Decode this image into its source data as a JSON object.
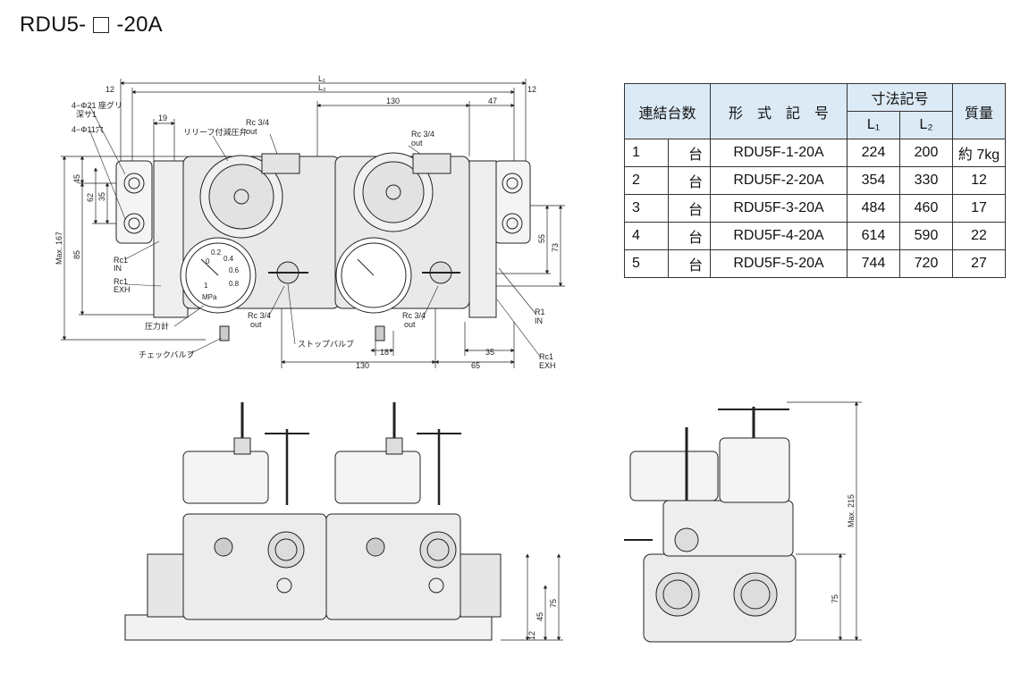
{
  "title": {
    "prefix": "RDU5-",
    "suffix": "-20A"
  },
  "table": {
    "headers": {
      "units": "連結台数",
      "model": "形　式　記　号",
      "dims": "寸法記号",
      "mass": "質量",
      "l1": "L₁",
      "l2": "L₂"
    },
    "unit_suffix": "台",
    "rows": [
      {
        "n": "1",
        "model": "RDU5F-1-20A",
        "l1": "224",
        "l2": "200",
        "mass": "約 7kg"
      },
      {
        "n": "2",
        "model": "RDU5F-2-20A",
        "l1": "354",
        "l2": "330",
        "mass": "12"
      },
      {
        "n": "3",
        "model": "RDU5F-3-20A",
        "l1": "484",
        "l2": "460",
        "mass": "17"
      },
      {
        "n": "4",
        "model": "RDU5F-4-20A",
        "l1": "614",
        "l2": "590",
        "mass": "22"
      },
      {
        "n": "5",
        "model": "RDU5F-5-20A",
        "l1": "744",
        "l2": "720",
        "mass": "27"
      }
    ]
  },
  "top_view": {
    "dims": {
      "l1": "L₁",
      "l2": "L₂",
      "d12a": "12",
      "d12b": "12",
      "d130_top": "130",
      "d47": "47",
      "d19": "19",
      "d45": "45",
      "d62": "62",
      "d35": "35",
      "d85": "85",
      "dmax167": "Max. 167",
      "d55": "55",
      "d73": "73",
      "d130_bot": "130",
      "d18": "18",
      "d65": "65",
      "d35_bot": "35"
    },
    "labels": {
      "hole1": "4−Φ21 座グリ",
      "hole1b": "深サ1",
      "hole2": "4−Φ11穴",
      "relief": "リリーフ付減圧弁",
      "rc34_out_a": "Rc 3/4",
      "out_a": "out",
      "rc34_out_b": "Rc 3/4",
      "out_b": "out",
      "rc1_in": "Rc1",
      "in_a": "IN",
      "rc1_exh": "Rc1",
      "exh_a": "EXH",
      "gauge": "圧力計",
      "check_valve": "チェックバルブ",
      "rc34_out_c": "Rc 3/4",
      "out_c": "out",
      "stop_valve": "ストップバルブ",
      "rc34_out_d": "Rc 3/4",
      "out_d": "out",
      "r1_in": "R1",
      "in_b": "IN",
      "rc1_exh_b": "Rc1",
      "exh_b": "EXH"
    },
    "gauge_scale": [
      "0",
      "0.2",
      "0.4",
      "0.6",
      "0.8",
      "1"
    ],
    "gauge_unit": "MPa"
  },
  "front_view": {
    "dims": {
      "d75": "75",
      "d45": "45",
      "d12": "12"
    }
  },
  "side_view": {
    "dims": {
      "dmax215": "Max. 215",
      "d75": "75"
    }
  }
}
